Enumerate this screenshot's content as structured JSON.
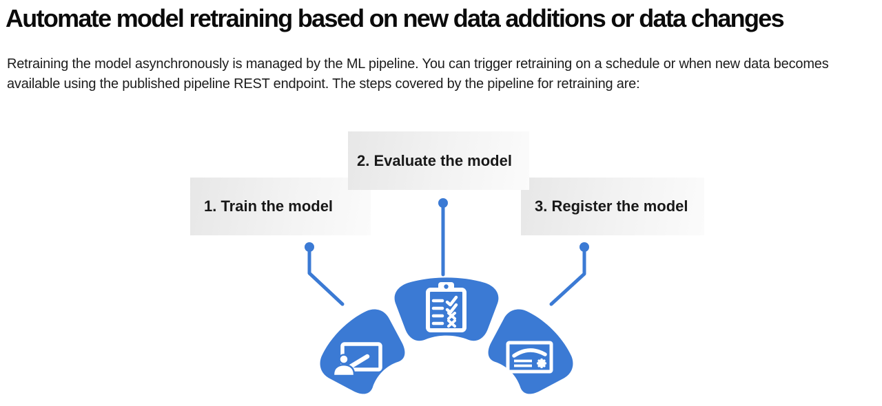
{
  "page": {
    "title": "Automate model retraining based on new data additions or data changes",
    "intro": "Retraining the model asynchronously is managed by the ML pipeline. You can trigger retraining on a schedule or when new data becomes available using the published pipeline REST endpoint. The steps covered by the pipeline for retraining are:"
  },
  "diagram": {
    "steps": [
      {
        "id": "train",
        "label": "1. Train the model",
        "icon": "presenter-board-icon"
      },
      {
        "id": "evaluate",
        "label": "2. Evaluate the model",
        "icon": "checklist-clipboard-icon"
      },
      {
        "id": "register",
        "label": "3. Register the model",
        "icon": "certificate-icon"
      }
    ],
    "colors": {
      "accent_blue": "#3B7AD4",
      "label_background_dark": "#e7e7e7",
      "label_background_light": "#fbfbfb",
      "text": "#191919"
    }
  }
}
